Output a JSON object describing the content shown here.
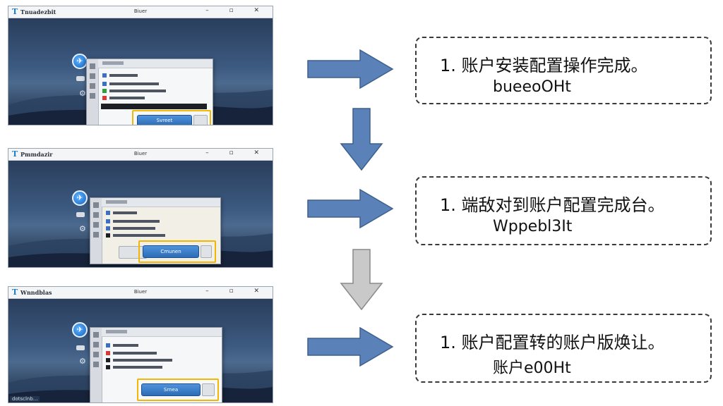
{
  "colors": {
    "arrow_blue": "#5a82b8",
    "arrow_gray": "#c9c9c9",
    "highlight": "#f2b705",
    "button_blue": "#3a7cc6"
  },
  "screenshots": [
    {
      "app_name": "Tnuadezbit",
      "window_title": "Biuer",
      "controls": "– ▫ ✕",
      "button_label": "Svreet",
      "corner_tag": ""
    },
    {
      "app_name": "Pmmdazir",
      "window_title": "Biuer",
      "controls": "– ▫ ✕",
      "button_label": "Cmunen",
      "corner_tag": ""
    },
    {
      "app_name": "Wnndblas",
      "window_title": "Biuer",
      "controls": "– ▫ ✕",
      "button_label": "Srnea",
      "corner_tag": "dotsclnb..."
    }
  ],
  "steps": [
    {
      "line1": "1. 账户安装配置操作完成。",
      "line2": "bueeoOHt"
    },
    {
      "line1": "1. 端敌对到账户配置完成台。",
      "line2": "Wppebl3It"
    },
    {
      "line1": "1. 账户配置转的账户版焕让。",
      "line2": "账户e00Ht"
    }
  ],
  "icons": [
    "thunderbird-logo-icon",
    "minimize-icon",
    "maximize-icon",
    "close-icon",
    "arrow-right-icon",
    "arrow-down-icon",
    "gear-icon"
  ]
}
